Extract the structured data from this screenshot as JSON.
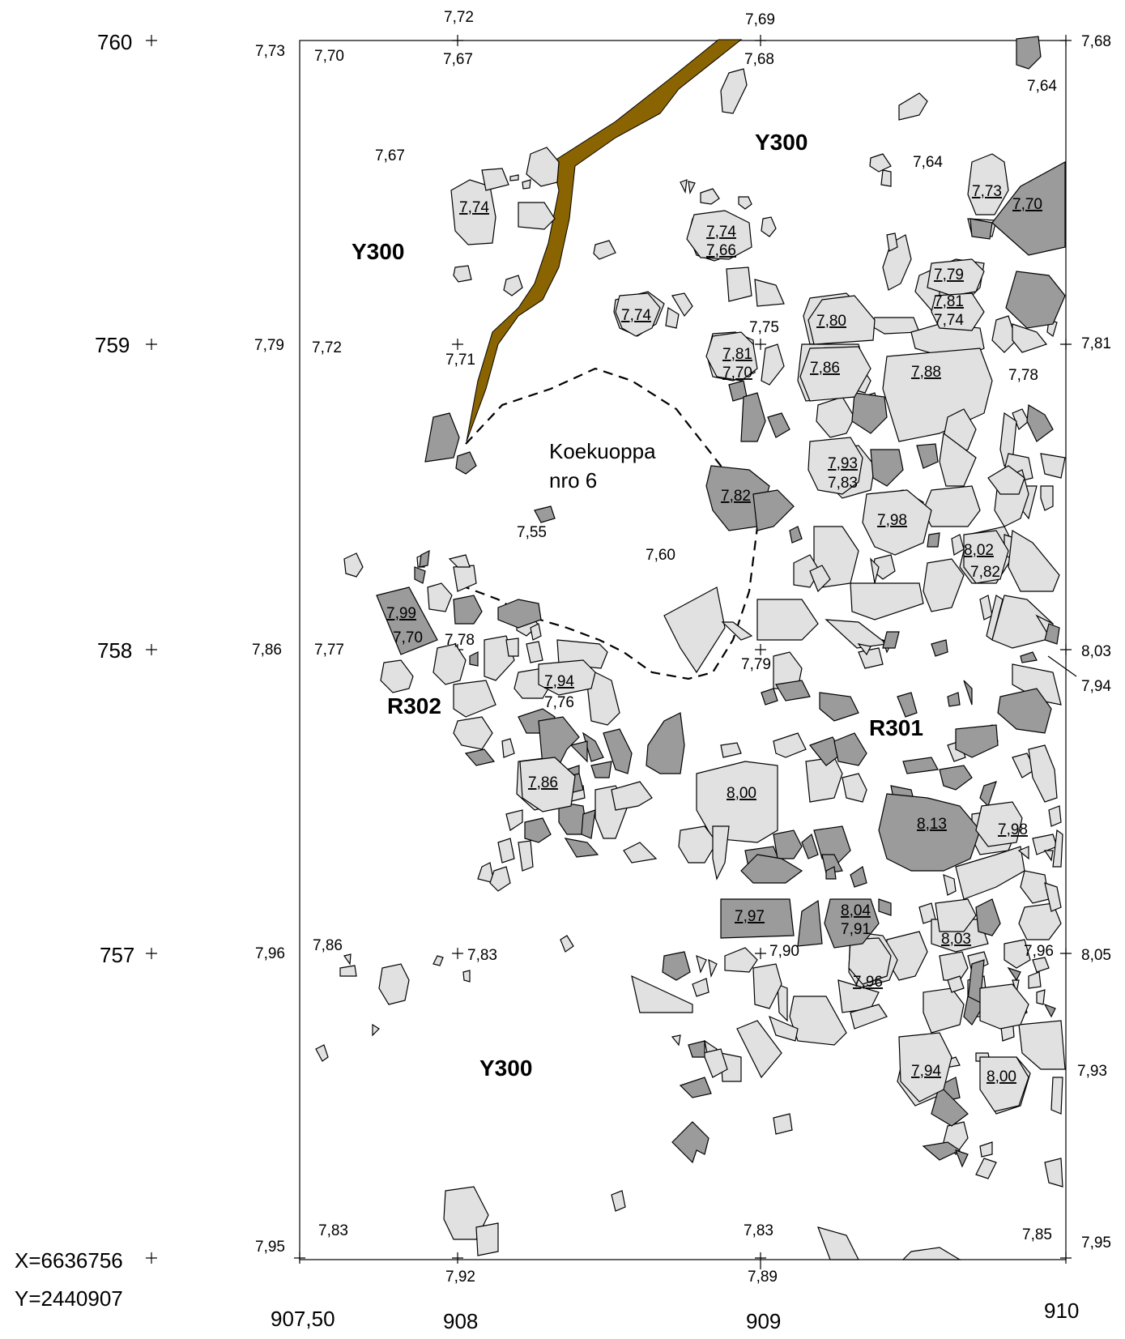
{
  "colors": {
    "light_stone": "#e1e1e1",
    "dark_stone": "#9b9b9b",
    "root_feature": "#8a6400",
    "line": "#000000"
  },
  "north_labels": [
    "760",
    "759",
    "758",
    "757"
  ],
  "coordinates": {
    "x": "X=6636756",
    "y": "Y=2440907"
  },
  "east_labels": [
    "907,50",
    "908",
    "909",
    "910"
  ],
  "context_labels": {
    "y300_top_right": "Y300",
    "y300_top_left": "Y300",
    "y300_bottom": "Y300",
    "r302": "R302",
    "r301": "R301"
  },
  "pit": {
    "line1": "Koekuoppa",
    "line2": "nro 6"
  },
  "stone_elevations": [
    "7,74",
    "7,74",
    "7,66",
    "7,74",
    "7,81",
    "7,70",
    "7,80",
    "7,86",
    "7,88",
    "7,79",
    "7,81",
    "7,74",
    "7,73",
    "7,70",
    "7,93",
    "7,83",
    "7,82",
    "7,98",
    "8,02",
    "7,82",
    "7,99",
    "7,70",
    "7,94",
    "7,76",
    "7,86",
    "8,00",
    "8,13",
    "7,98",
    "7,97",
    "8,04",
    "7,91",
    "8,03",
    "7,96",
    "7,94",
    "8,00"
  ],
  "ground_elevations": [
    "7,72",
    "7,69",
    "7,73",
    "7,70",
    "7,67",
    "7,68",
    "7,68",
    "7,64",
    "7,67",
    "7,64",
    "7,79",
    "7,72",
    "7,71",
    "7,75",
    "7,81",
    "7,78",
    "7,55",
    "7,60",
    "7,86",
    "7,77",
    "7,78",
    "7,79",
    "8,03",
    "7,94",
    "7,96",
    "7,86",
    "7,83",
    "7,90",
    "7,96",
    "8,05",
    "7,93",
    "7,95",
    "7,83",
    "7,83",
    "7,85",
    "7,95",
    "7,92",
    "7,89"
  ]
}
